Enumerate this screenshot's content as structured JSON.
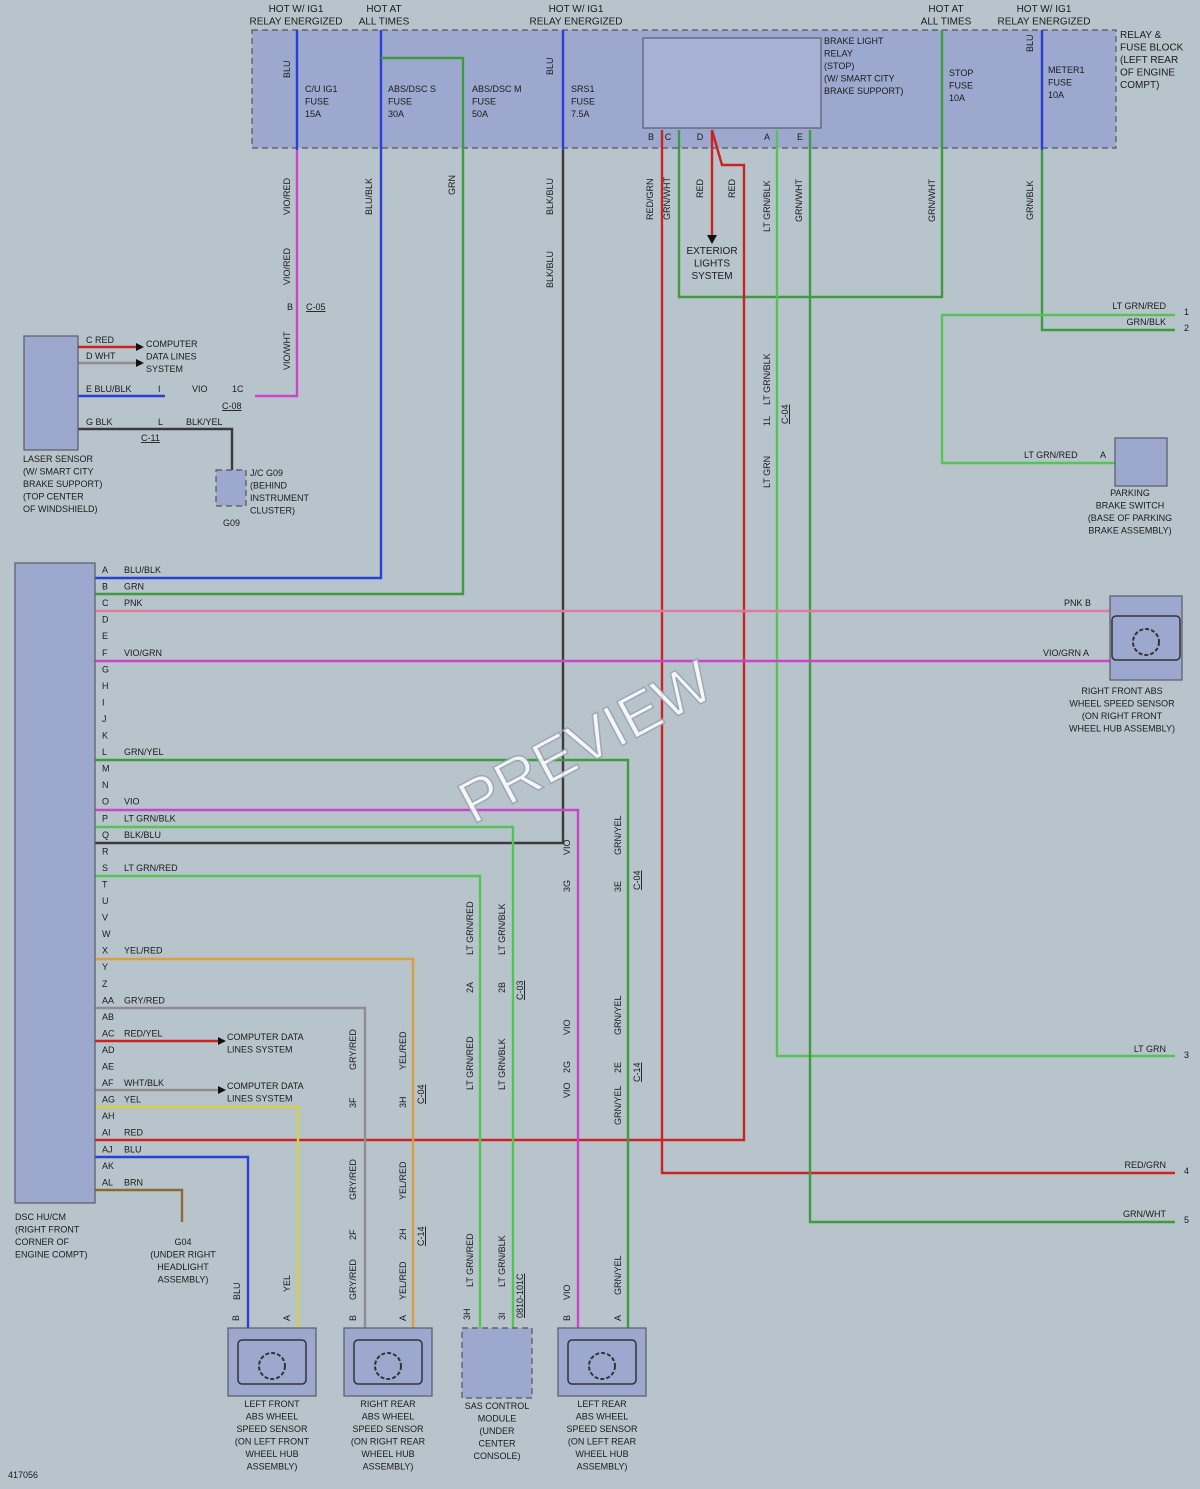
{
  "diagram_id": "417056",
  "watermark": "PREVIEW",
  "colors": {
    "BLU": "#2b3fd6",
    "GRN": "#3f9b3f",
    "VIO": "#cc44cc",
    "RED": "#cc2222",
    "BLK": "#3a3a3a",
    "LTGRN": "#55c455",
    "PNK": "#e07aa0",
    "YEL": "#d8d040",
    "BRN": "#8a6a30",
    "GRY": "#8e8e8e",
    "ORG": "#d8a040"
  },
  "top_labels": [
    "HOT W/ IG1\nRELAY ENERGIZED",
    "HOT AT\nALL TIMES",
    "HOT W/ IG1\nRELAY ENERGIZED",
    "HOT AT\nALL TIMES",
    "HOT W/ IG1\nRELAY ENERGIZED"
  ],
  "relay_block_label": "RELAY &\nFUSE BLOCK\n(LEFT REAR\nOF ENGINE\nCOMPT)",
  "fuses": [
    "C/U IG1\nFUSE\n15A",
    "ABS/DSC S\nFUSE\n30A",
    "ABS/DSC M\nFUSE\n50A",
    "SRS1\nFUSE\n7.5A",
    "STOP\nFUSE\n10A",
    "METER1\nFUSE\n10A"
  ],
  "brake_relay_label": "BRAKE LIGHT\nRELAY\n(STOP)\n(W/ SMART CITY\nBRAKE SUPPORT)",
  "relay_pins": [
    "B",
    "C",
    "D",
    "A",
    "E"
  ],
  "exterior_lights": "EXTERIOR\nLIGHTS\nSYSTEM",
  "laser_sensor": {
    "label": "LASER SENSOR\n(W/ SMART CITY\nBRAKE SUPPORT)\n(TOP CENTER\nOF WINDSHIELD)",
    "pins": [
      "C  RED",
      "D  WHT",
      "E  BLU/BLK",
      "G  BLK"
    ],
    "data_lines": "COMPUTER\nDATA LINES\nSYSTEM",
    "conn": [
      "I",
      "VIO",
      "1C",
      "C-08",
      "L",
      "BLK/YEL",
      "C-11",
      "B",
      "C-05"
    ]
  },
  "jc_g09": "J/C G09\n(BEHIND\nINSTRUMENT\nCLUSTER)",
  "g09": "G09",
  "dsc": {
    "label": "DSC HU/CM\n(RIGHT FRONT\nCORNER OF\nENGINE COMPT)",
    "pins": [
      [
        "A",
        "BLU/BLK"
      ],
      [
        "B",
        "GRN"
      ],
      [
        "C",
        "PNK"
      ],
      [
        "D",
        ""
      ],
      [
        "E",
        ""
      ],
      [
        "F",
        "VIO/GRN"
      ],
      [
        "G",
        ""
      ],
      [
        "H",
        ""
      ],
      [
        "I",
        ""
      ],
      [
        "J",
        ""
      ],
      [
        "K",
        ""
      ],
      [
        "L",
        "GRN/YEL"
      ],
      [
        "M",
        ""
      ],
      [
        "N",
        ""
      ],
      [
        "O",
        "VIO"
      ],
      [
        "P",
        "LT GRN/BLK"
      ],
      [
        "Q",
        "BLK/BLU"
      ],
      [
        "R",
        ""
      ],
      [
        "S",
        "LT GRN/RED"
      ],
      [
        "T",
        ""
      ],
      [
        "U",
        ""
      ],
      [
        "V",
        ""
      ],
      [
        "W",
        ""
      ],
      [
        "X",
        "YEL/RED"
      ],
      [
        "Y",
        ""
      ],
      [
        "Z",
        ""
      ],
      [
        "AA",
        "GRY/RED"
      ],
      [
        "AB",
        ""
      ],
      [
        "AC",
        "RED/YEL"
      ],
      [
        "AD",
        ""
      ],
      [
        "AE",
        ""
      ],
      [
        "AF",
        "WHT/BLK"
      ],
      [
        "AG",
        "YEL"
      ],
      [
        "AH",
        ""
      ],
      [
        "AI",
        "RED"
      ],
      [
        "AJ",
        "BLU"
      ],
      [
        "AK",
        ""
      ],
      [
        "AL",
        "BRN"
      ]
    ],
    "data_lines_1": "COMPUTER DATA\nLINES SYSTEM",
    "data_lines_2": "COMPUTER DATA\nLINES SYSTEM"
  },
  "g04": "G04\n(UNDER RIGHT\nHEADLIGHT\nASSEMBLY)",
  "right_edge": [
    [
      "LT GRN/RED",
      "1"
    ],
    [
      "GRN/BLK",
      "2"
    ],
    [
      "LT GRN",
      "3"
    ],
    [
      "RED/GRN",
      "4"
    ],
    [
      "GRN/WHT",
      "5"
    ]
  ],
  "parking_brake": {
    "label": "PARKING\nBRAKE SWITCH\n(BASE OF PARKING\nBRAKE ASSEMBLY)",
    "wire": "LT GRN/RED",
    "pin": "A"
  },
  "rf_sensor": {
    "label": "RIGHT FRONT ABS\nWHEEL SPEED SENSOR\n(ON RIGHT FRONT\nWHEEL HUB ASSEMBLY)",
    "pinB": "PNK  B",
    "pinA": "VIO/GRN  A"
  },
  "bottom_modules": [
    {
      "label": "LEFT FRONT\nABS WHEEL\nSPEED SENSOR\n(ON LEFT FRONT\nWHEEL HUB\nASSEMBLY)"
    },
    {
      "label": "RIGHT REAR\nABS WHEEL\nSPEED SENSOR\n(ON RIGHT REAR\nWHEEL HUB\nASSEMBLY)"
    },
    {
      "label": "SAS CONTROL\nMODULE\n(UNDER\nCENTER\nCONSOLE)"
    },
    {
      "label": "LEFT REAR\nABS WHEEL\nSPEED SENSOR\n(ON LEFT REAR\nWHEEL HUB\nASSEMBLY)"
    }
  ],
  "vertical_wire_labels": [
    "BLU",
    "VIO/RED",
    "VIO/RED",
    "VIO/WHT",
    "BLU/BLK",
    "GRN",
    "BLU",
    "BLK/BLU",
    "BLK/BLU",
    "RED/GRN",
    "GRN/WHT",
    "RED",
    "RED",
    "LT GRN/BLK",
    "GRN/WHT",
    "LT GRN/BLK",
    "1L",
    "C-04",
    "LT GRN",
    "GRN/WHT",
    "BLU",
    "GRN/BLK",
    "VIO",
    "GRN/YEL",
    "3G",
    "3E",
    "C-04",
    "LT GRN/RED",
    "LT GRN/BLK",
    "2A",
    "2B",
    "C-03",
    "VIO",
    "GRN/YEL",
    "2G",
    "2E",
    "C-14",
    "VIO",
    "GRN/YEL",
    "LT GRN/RED",
    "LT GRN/BLK",
    "GRY/RED",
    "YEL/RED",
    "3F",
    "3H",
    "C-04",
    "GRY/RED",
    "YEL/RED",
    "2F",
    "2H",
    "C-14",
    "GRY/RED",
    "YEL/RED",
    "BLU",
    "YEL",
    "3H",
    "3I",
    "0810-101C",
    "LT GRN/RED",
    "LT GRN/BLK",
    "VIO",
    "GRN/YEL",
    "B",
    "A",
    "B",
    "A",
    "B",
    "A"
  ]
}
